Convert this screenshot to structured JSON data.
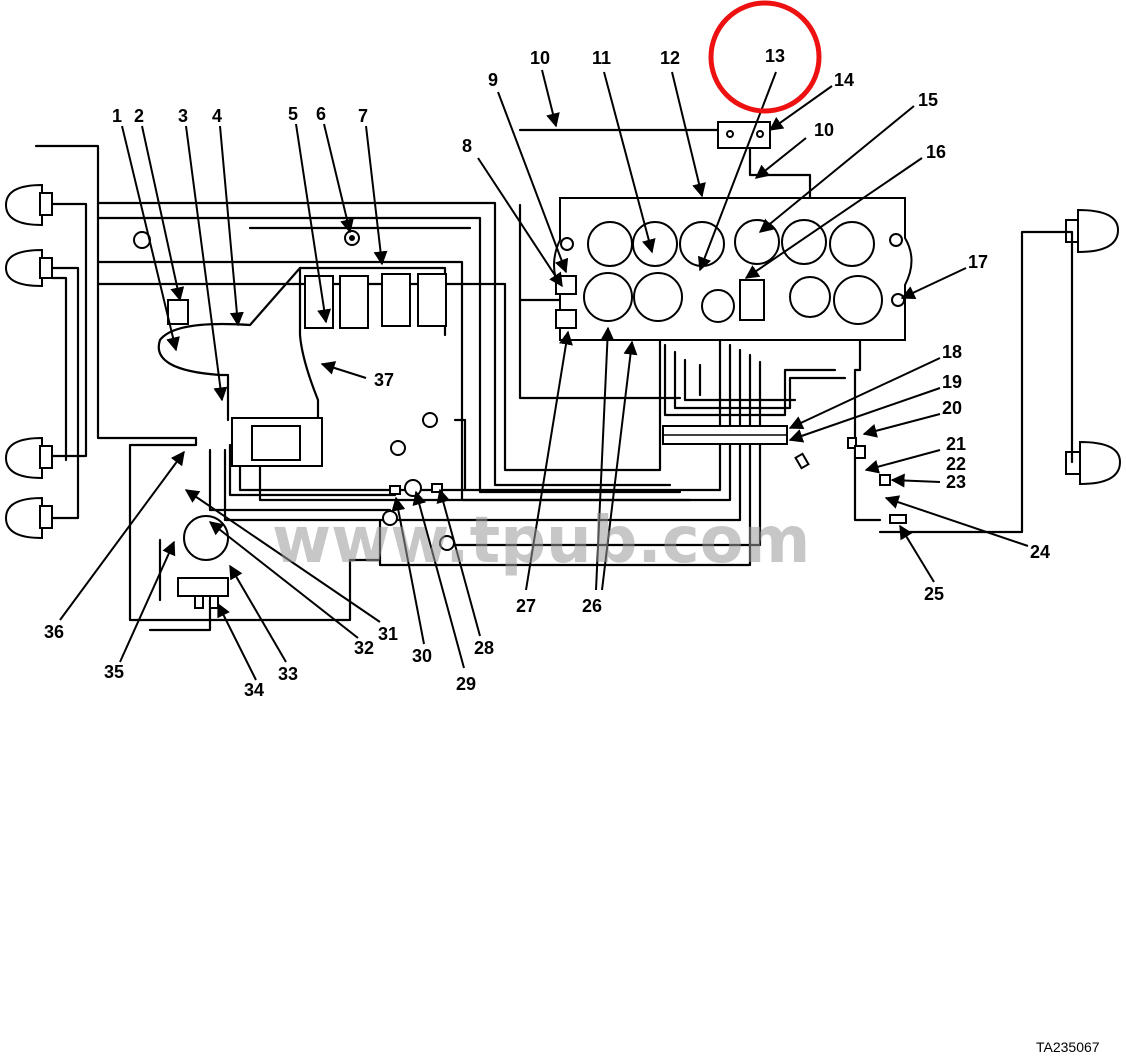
{
  "figure_id": "TA235067",
  "watermark": "www.tpub.com",
  "highlighted_callout": "13",
  "highlight_color": "#ee1111",
  "callouts": [
    "1",
    "2",
    "3",
    "4",
    "5",
    "6",
    "7",
    "8",
    "9",
    "10",
    "11",
    "12",
    "13",
    "14",
    "15",
    "16",
    "17",
    "18",
    "19",
    "20",
    "21",
    "22",
    "23",
    "24",
    "25",
    "26",
    "27",
    "28",
    "29",
    "30",
    "31",
    "32",
    "33",
    "34",
    "35",
    "36",
    "37"
  ]
}
